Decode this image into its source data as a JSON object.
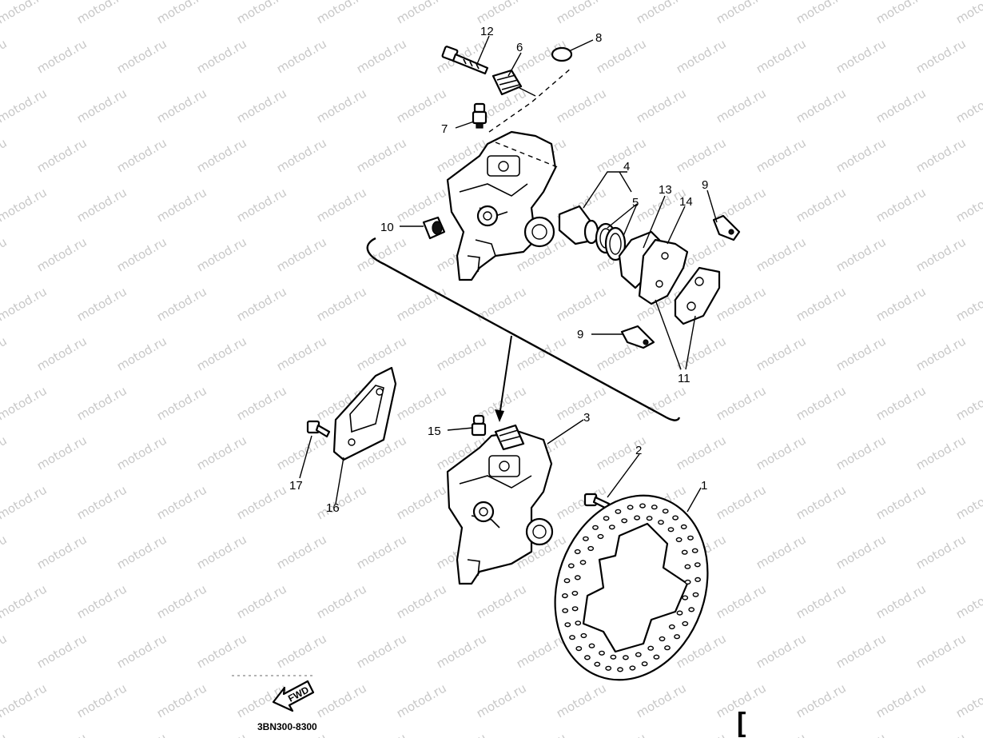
{
  "watermark": {
    "text": "motod.ru",
    "color": "#c8c8c8"
  },
  "diagram": {
    "callouts": [
      "1",
      "2",
      "3",
      "4",
      "5",
      "6",
      "7",
      "8",
      "9",
      "9",
      "10",
      "11",
      "12",
      "13",
      "14",
      "15",
      "16",
      "17"
    ],
    "fwd_label": "FWD",
    "code": "3BN300-8300",
    "corner_mark": "["
  }
}
